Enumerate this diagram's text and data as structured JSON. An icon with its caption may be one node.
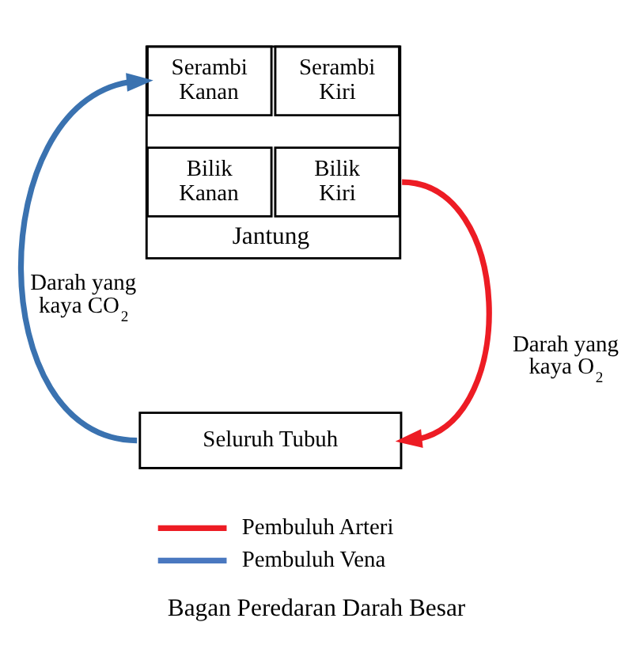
{
  "diagram": {
    "caption": "Bagan Peredaran Darah Besar",
    "nodes": [
      {
        "text": [
          "Jantung"
        ]
      },
      {
        "text": [
          "Serambi Kanan"
        ],
        "in": 0
      },
      {
        "text": [
          "Serambi Kiri"
        ],
        "in": 0
      },
      {
        "text": [
          "Bilik Kanan"
        ],
        "in": 0
      },
      {
        "text": [
          "Bilik Kiri"
        ],
        "in": 0
      },
      {
        "text": [
          "Seluruh Tubuh"
        ]
      }
    ],
    "edges": [
      {
        "from": 4,
        "to": 5,
        "arrow": "to",
        "label": "Darah yang kaya O$_{2}$",
        "color": "#ed1c24"
      },
      {
        "from": 5,
        "to": 1,
        "arrow": "to",
        "label": "Darah yang kaya CO$_{2}$",
        "color": "#3a72b0"
      }
    ],
    "legend": [
      {
        "text": "Pembuluh Arteri",
        "color": "#ed1c24"
      },
      {
        "text": "Pembuluh Vena",
        "color": "#4a78c0"
      }
    ]
  }
}
